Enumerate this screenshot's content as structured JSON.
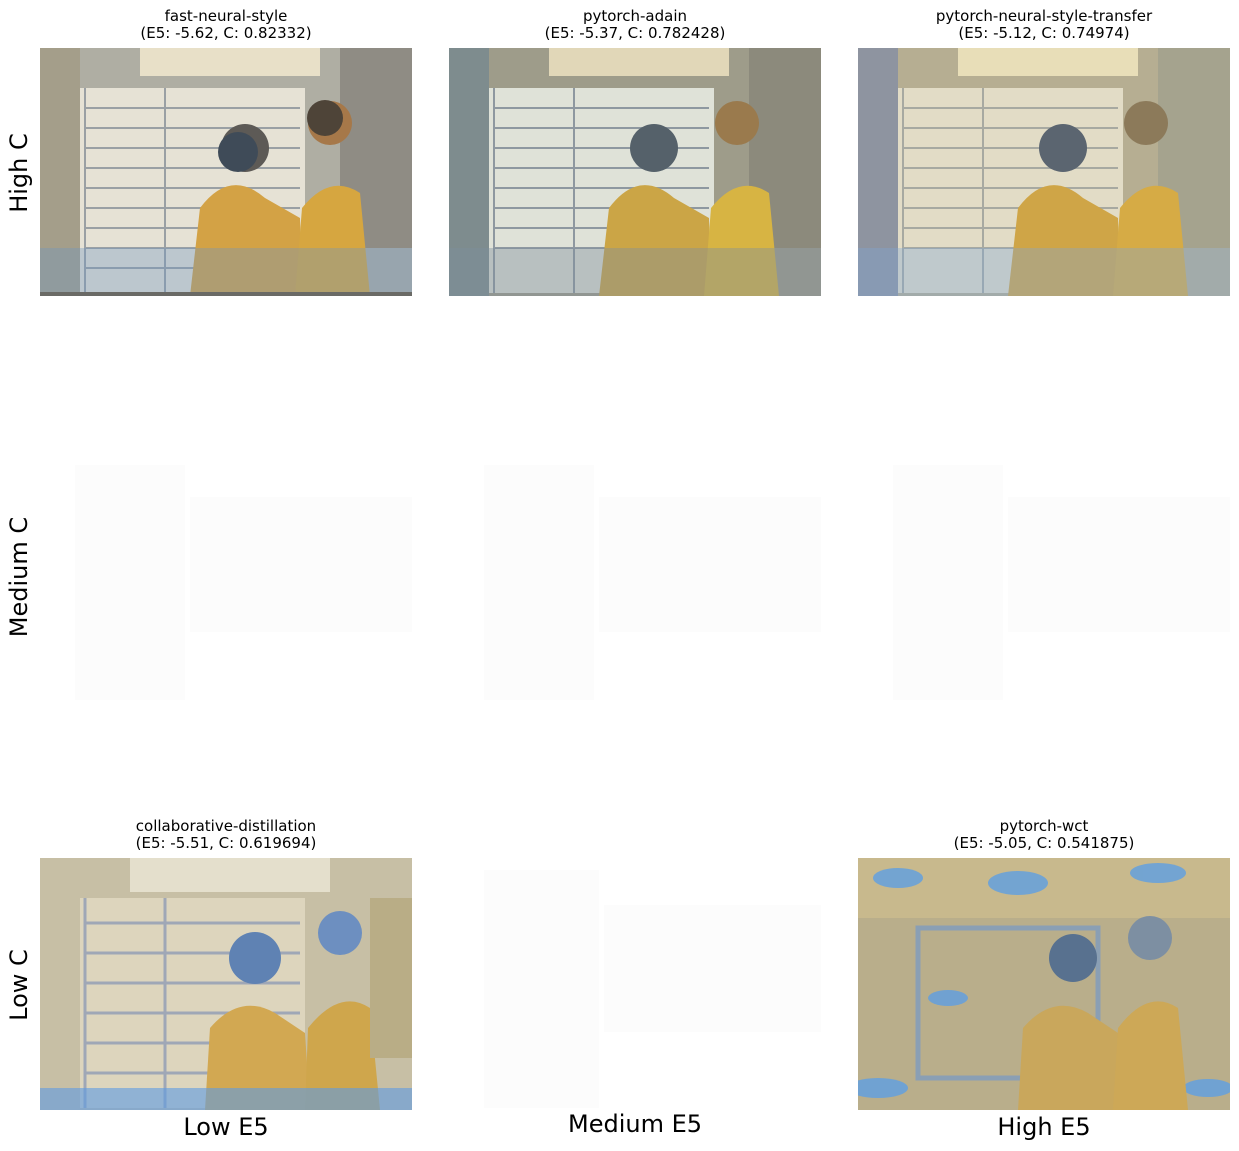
{
  "row_labels": [
    "High C",
    "Medium C",
    "Low C"
  ],
  "col_labels": [
    "Low E5",
    "Medium E5",
    "High E5"
  ],
  "panels": {
    "r1c1": {
      "method": "fast-neural-style",
      "scores": "(E5: -5.62, C: 0.82332)"
    },
    "r1c2": {
      "method": "pytorch-adain",
      "scores": "(E5: -5.37, C: 0.782428)"
    },
    "r1c3": {
      "method": "pytorch-neural-style-transfer",
      "scores": "(E5: -5.12, C: 0.74974)"
    },
    "r3c1": {
      "method": "collaborative-distillation",
      "scores": "(E5: -5.51, C: 0.619694)"
    },
    "r3c3": {
      "method": "pytorch-wct",
      "scores": "(E5: -5.05, C: 0.541875)"
    }
  },
  "colors": {
    "robe": "#d7a441",
    "sky_blue": "#4f9ce0",
    "paper": "#efe7cf"
  }
}
